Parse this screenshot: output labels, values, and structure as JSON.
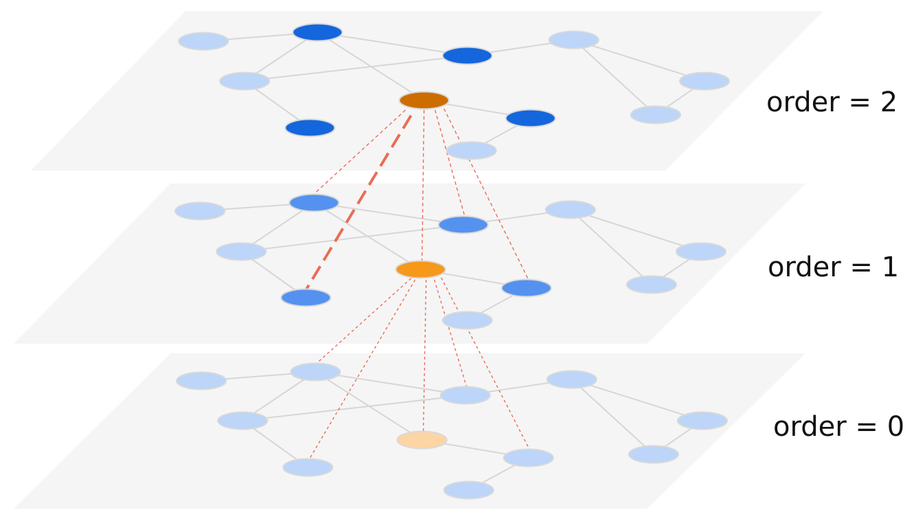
{
  "layers": [
    {
      "label": "order = 2",
      "order": 2
    },
    {
      "label": "order = 1",
      "order": 1
    },
    {
      "label": "order = 0",
      "order": 0
    }
  ],
  "colors": {
    "plane": "#f5f5f5",
    "node_light": "#bcd5f8",
    "node_medium": "#5592ef",
    "node_dark": "#1466dc",
    "center_order2": "#cc6d00",
    "center_order1": "#f6981a",
    "center_order0": "#fdd4a3",
    "edge": "#d6d6d6",
    "node_stroke": "#d9d9d9",
    "connector": "#ea6c56"
  },
  "icons": {
    "node": "ellipse-node-icon",
    "plane": "parallelogram-plane-icon"
  }
}
